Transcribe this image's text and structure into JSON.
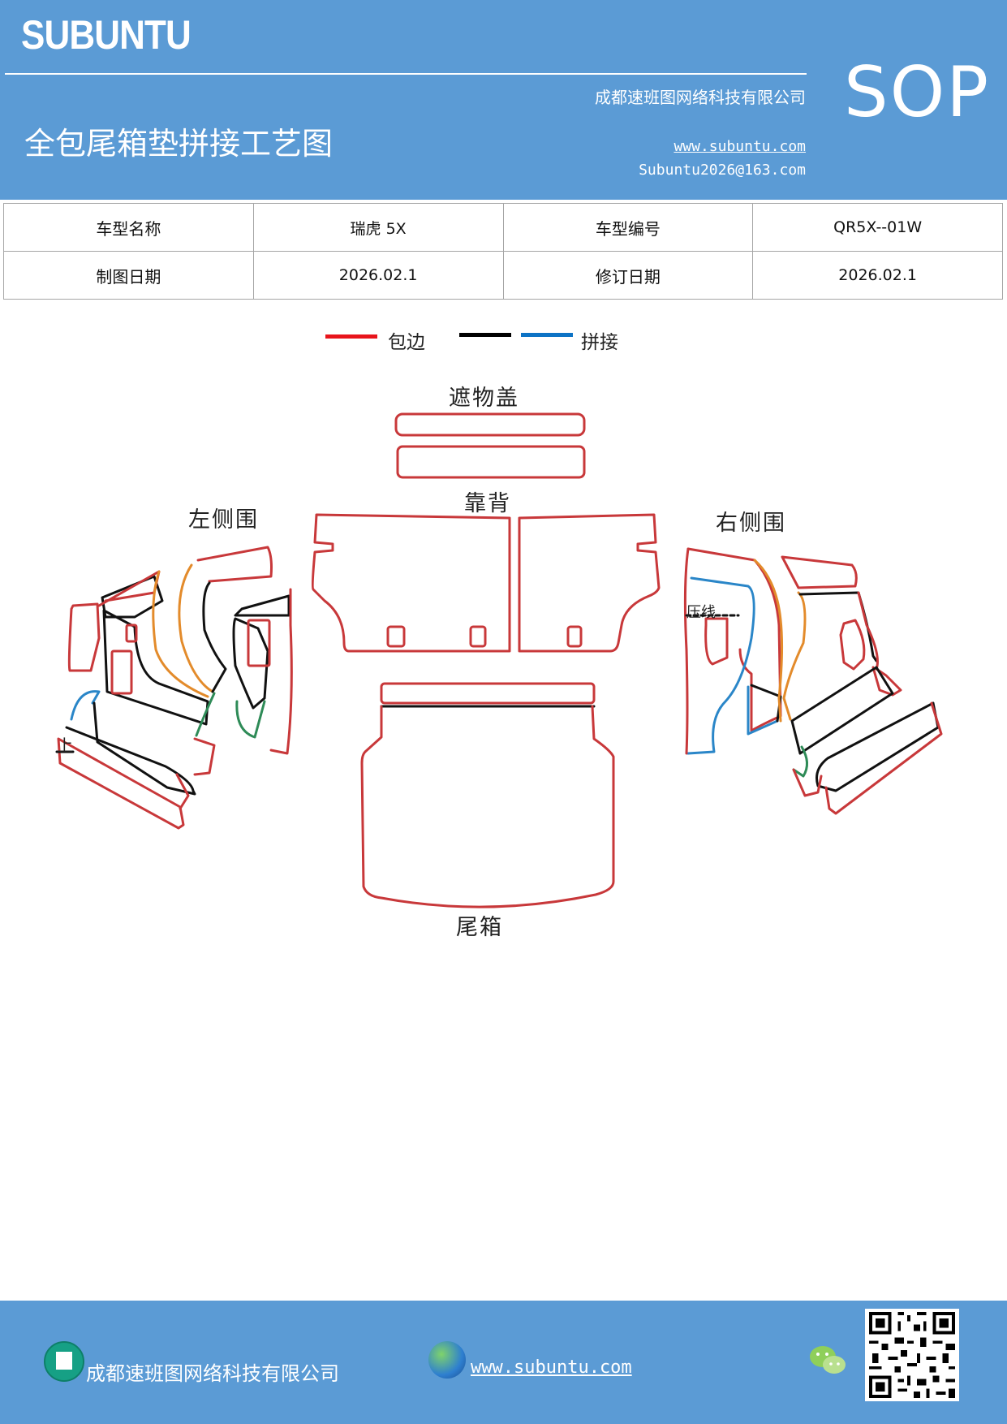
{
  "header": {
    "brand": "SUBUNTU",
    "badge": "SOP",
    "company": "成都速班图网络科技有限公司",
    "title": "全包尾箱垫拼接工艺图",
    "website": "www.subuntu.com",
    "email": "Subuntu2026@163.com"
  },
  "info_table": {
    "rows": [
      {
        "label1": "车型名称",
        "value1": "瑞虎 5X",
        "label2": "车型编号",
        "value2": "QR5X--01W"
      },
      {
        "label1": "制图日期",
        "value1": "2026.02.1",
        "label2": "修订日期",
        "value2": "2026.02.1"
      }
    ]
  },
  "legend": {
    "items": [
      {
        "color": "#e8141b",
        "label": "包边"
      },
      {
        "color": "#000000",
        "label": ""
      },
      {
        "color": "#0d73c5",
        "label": "拼接"
      }
    ]
  },
  "diagram": {
    "labels": {
      "cover": "遮物盖",
      "backrest": "靠背",
      "left_side": "左侧围",
      "right_side": "右侧围",
      "trunk": "尾箱",
      "press_line": "压线",
      "up_mark": "上"
    },
    "colors": {
      "red": "#c8383a",
      "black": "#111111",
      "blue": "#2a86c8",
      "orange": "#e38b2b",
      "green": "#2e8b57"
    }
  },
  "footer": {
    "company": "成都速班图网络科技有限公司",
    "website": "www.subuntu.com",
    "icons": [
      "building-icon",
      "globe-icon",
      "wechat-icon",
      "qr-code"
    ]
  }
}
